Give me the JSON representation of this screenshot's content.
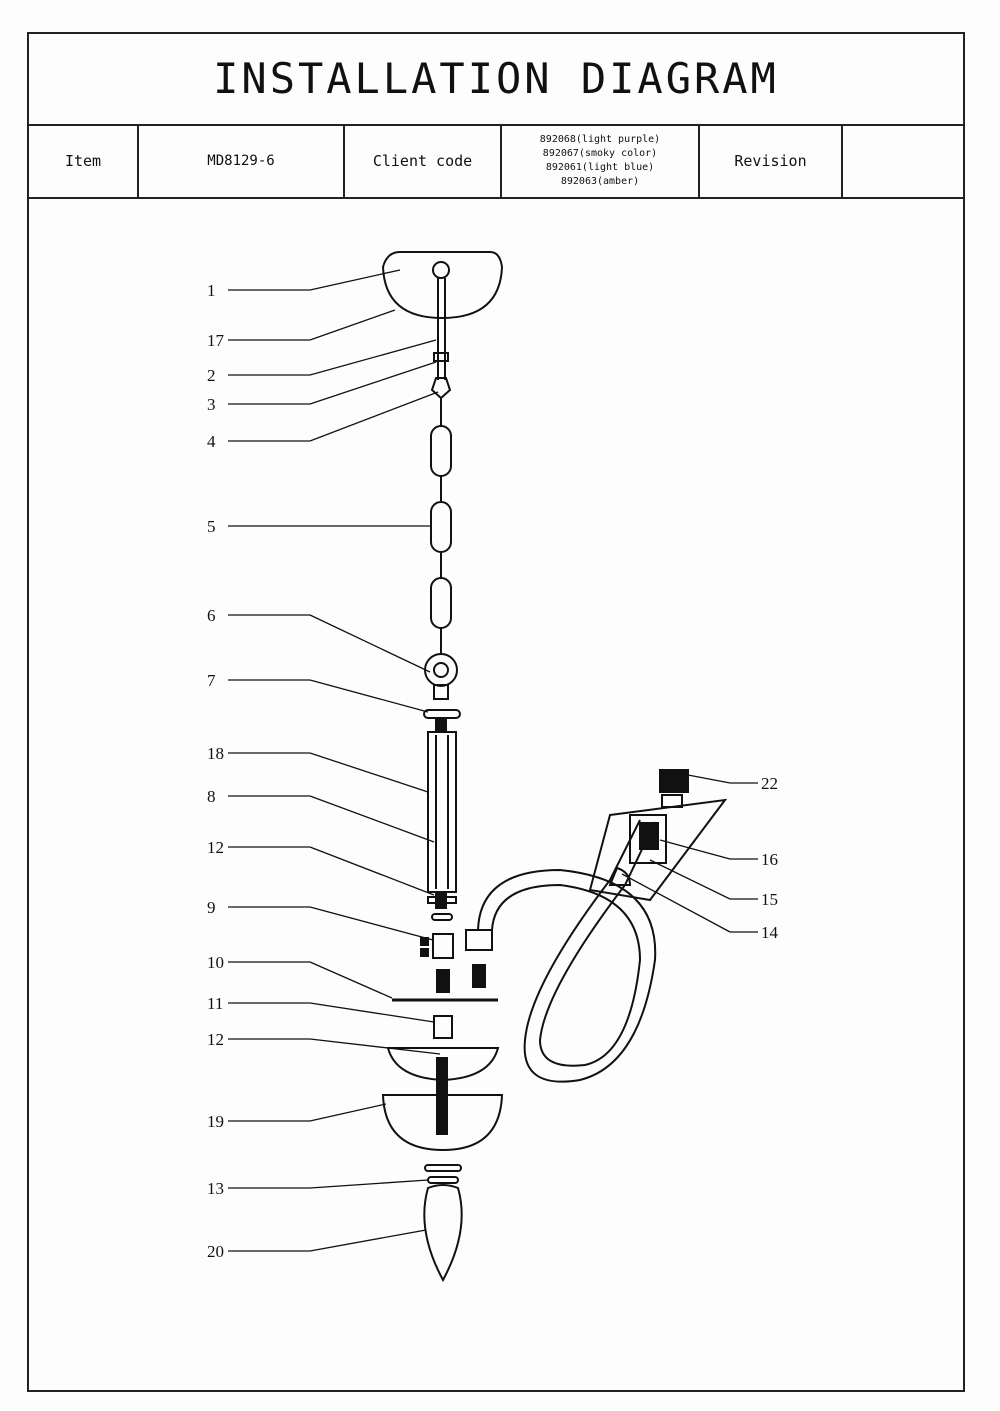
{
  "title": "INSTALLATION DIAGRAM",
  "header": {
    "item_label": "Item",
    "item_value": "MD8129-6",
    "client_code_label": "Client code",
    "client_codes": [
      "892068(light purple)",
      "892067(smoky color)",
      "892061(light blue)",
      "892063(amber)"
    ],
    "revision_label": "Revision",
    "revision_value": ""
  },
  "labels_left": [
    "1",
    "17",
    "2",
    "3",
    "4",
    "5",
    "6",
    "7",
    "18",
    "8",
    "12",
    "9",
    "10",
    "11",
    "12",
    "19",
    "13",
    "20"
  ],
  "labels_right": [
    "22",
    "16",
    "15",
    "14"
  ]
}
